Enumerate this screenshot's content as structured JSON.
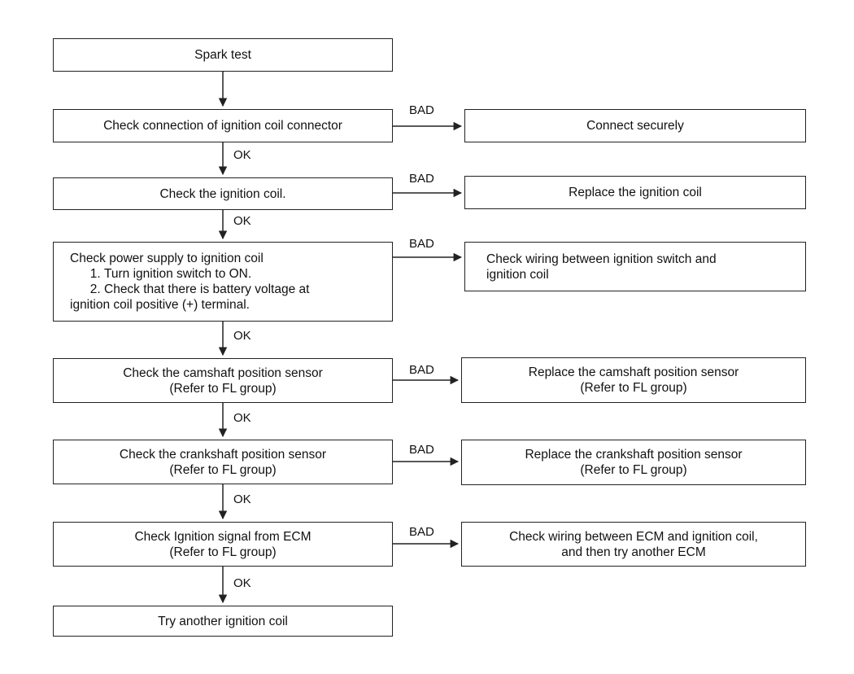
{
  "flowchart": {
    "main_steps": [
      {
        "lines": [
          "Spark test"
        ]
      },
      {
        "lines": [
          "Check connection of ignition coil connector"
        ]
      },
      {
        "lines": [
          "Check the ignition coil."
        ]
      },
      {
        "lines": [
          "Check power supply to ignition coil"
        ],
        "list": [
          "Turn ignition switch to ON.",
          "Check that there is battery voltage at"
        ],
        "tail": "ignition coil positive (+) terminal."
      },
      {
        "lines": [
          "Check the camshaft position sensor",
          "(Refer to FL group)"
        ]
      },
      {
        "lines": [
          "Check the crankshaft position sensor",
          "(Refer to FL group)"
        ]
      },
      {
        "lines": [
          "Check Ignition signal from ECM",
          "(Refer to FL group)"
        ]
      },
      {
        "lines": [
          "Try another ignition coil"
        ]
      }
    ],
    "remedies": [
      {
        "lines": [
          "Connect securely"
        ]
      },
      {
        "lines": [
          "Replace the ignition coil"
        ]
      },
      {
        "lines": [
          "Check wiring between ignition switch and",
          "ignition coil"
        ]
      },
      {
        "lines": [
          "Replace the camshaft position sensor",
          "(Refer to FL group)"
        ]
      },
      {
        "lines": [
          "Replace the crankshaft position sensor",
          "(Refer to FL group)"
        ]
      },
      {
        "lines": [
          "Check wiring between ECM and ignition coil,",
          "and then try another ECM"
        ]
      }
    ],
    "ok_label": "OK",
    "bad_label": "BAD",
    "line_color": "#222222"
  }
}
